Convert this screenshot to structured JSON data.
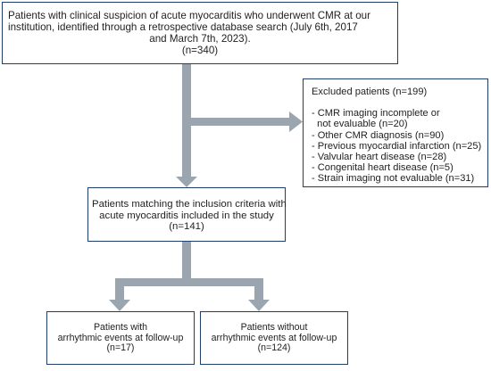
{
  "top_box": {
    "line1": "Patients with clinical suspicion of acute myocarditis who underwent CMR at our",
    "line2": "institution, identified through a retrospective database search (July 6th, 2017",
    "line3": "and March 7th, 2023).",
    "line4": "(n=340)"
  },
  "excluded_box": {
    "title": "Excluded patients (n=199)",
    "items": [
      "- CMR imaging incomplete or",
      "  not evaluable (n=20)",
      "- Other CMR diagnosis (n=90)",
      "- Previous myocardial infarction (n=25)",
      "- Valvular heart disease (n=28)",
      "- Congenital heart disease (n=5)",
      "- Strain imaging not evaluable (n=31)"
    ]
  },
  "included_box": {
    "line1": "Patients matching the inclusion criteria with",
    "line2": "acute myocarditis included in the study",
    "line3": "(n=141)"
  },
  "with_events_box": {
    "line1": "Patients with",
    "line2": "arrhythmic events at follow-up",
    "line3": "(n=17)"
  },
  "without_events_box": {
    "line1": "Patients without",
    "line2": "arrhythmic events at follow-up",
    "line3": "(n=124)"
  },
  "colors": {
    "arrow": "#9aa5b0",
    "border": "#1f3f6a",
    "text": "#222222"
  }
}
